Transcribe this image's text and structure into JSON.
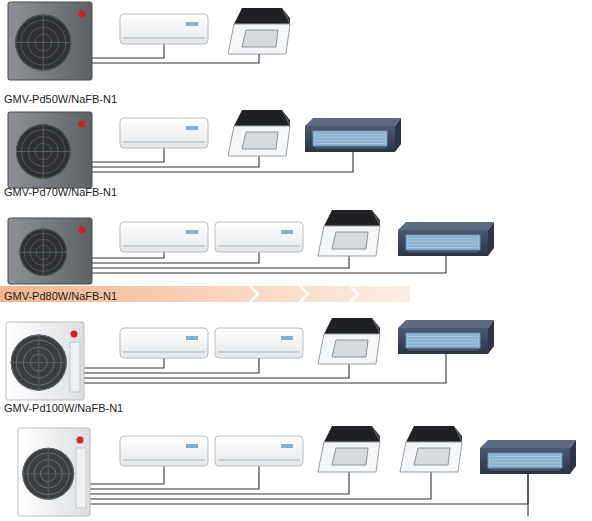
{
  "diagram": {
    "labels": [
      "GMV-Pd50W/NaFB-N1",
      "GMV-Pd70W/NaFB-N1",
      "GMV-Pd80W/NaFB-N1",
      "GMV-Pd100W/NaFB-N1"
    ]
  }
}
